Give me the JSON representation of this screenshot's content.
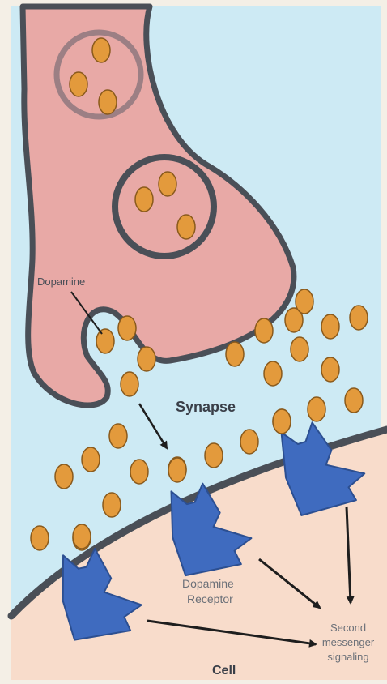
{
  "labels": {
    "dopamine": "Dopamine",
    "synapse": "Synapse",
    "receptor_line1": "Dopamine",
    "receptor_line2": "Receptor",
    "signal_line1": "Second",
    "signal_line2": "messenger",
    "signal_line3": "signaling",
    "cell": "Cell"
  },
  "colors": {
    "synapse_fluid": "#cdeaf4",
    "neuron": "#e8a9a6",
    "outline": "#4a4f57",
    "cell": "#f8dccb",
    "dopamine": "#e39a3c",
    "receptor": "#3f6bbf",
    "background": "#f4efe6"
  }
}
